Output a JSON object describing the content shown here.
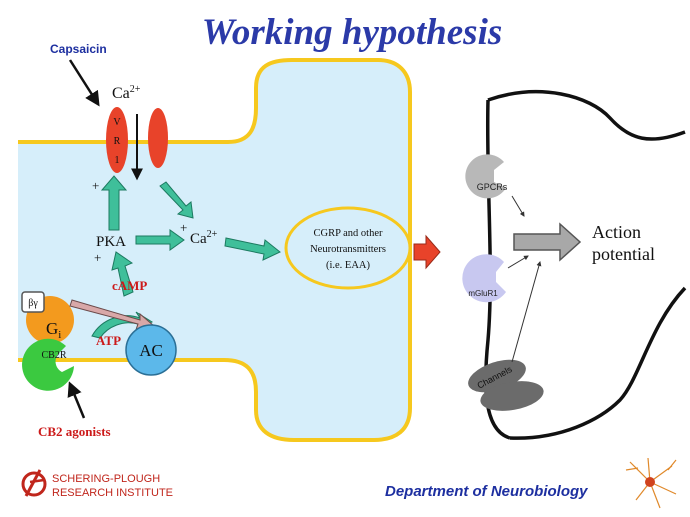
{
  "title": "Working hypothesis",
  "labels": {
    "capsaicin": "Capsaicin",
    "ca_top": "Ca",
    "ca_top_sup": "2+",
    "vr1_v": "V",
    "vr1_r": "R",
    "vr1_1": "1",
    "pka": "PKA",
    "ca_mid": "Ca",
    "ca_mid_sup": "2+",
    "plus_1": "+",
    "plus_2": "+",
    "plus_3": "+",
    "camp": "cAMP",
    "atp": "ATP",
    "ac": "AC",
    "bg": "βγ",
    "gi": "G",
    "gi_sub": "i",
    "cb2r": "CB2R",
    "cb2_agonists": "CB2 agonists",
    "cgrp_line1": "CGRP and other",
    "cgrp_line2": "Neurotransmitters",
    "cgrp_line3": "(i.e. EAA)",
    "gpcrs": "GPCRs",
    "mglur1": "mGluR1",
    "channels": "Channels",
    "action_line1": "Action",
    "action_line2": "potential"
  },
  "footer": {
    "company_line1": "SCHERING-PLOUGH",
    "company_line2": "RESEARCH INSTITUTE",
    "department": "Department of Neurobiology"
  },
  "colors": {
    "title": "#2b3aa8",
    "cell_fill": "#d6eefa",
    "membrane": "#f6c81e",
    "channel": "#e8432a",
    "arrow_teal": "#3fbf9a",
    "gi": "#f39a1e",
    "cb2r": "#3bc940",
    "ac": "#5cb8ea",
    "red_label": "#cc1a1a",
    "capsaicin": "#1d2fa0",
    "department": "#1d2fa0"
  }
}
